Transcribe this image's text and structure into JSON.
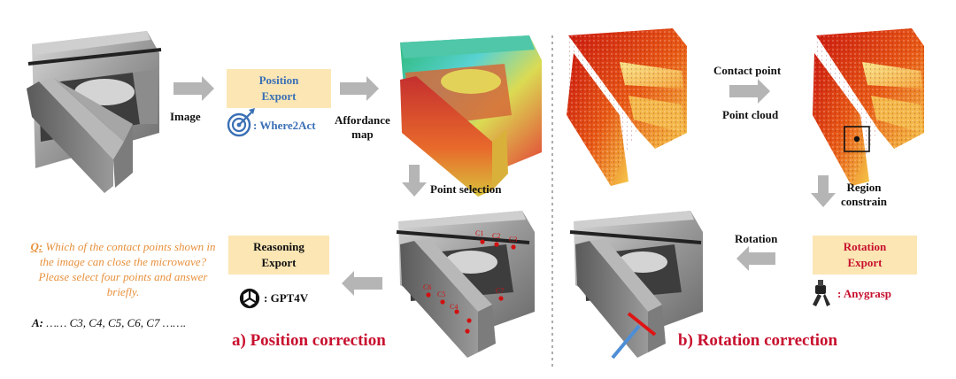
{
  "labels": {
    "image": "Image",
    "affordance_map": "Affordance\nmap",
    "point_selection": "Point selection",
    "contact_point": "Contact point",
    "point_cloud": "Point cloud",
    "region_constrain": "Region\nconstrain",
    "rotation": "Rotation"
  },
  "boxes": {
    "position_export": {
      "line1": "Position",
      "line2": "Export"
    },
    "reasoning_export": {
      "line1": "Reasoning",
      "line2": "Export"
    },
    "rotation_export": {
      "line1": "Rotation",
      "line2": "Export"
    }
  },
  "models": {
    "where2act": ": Where2Act",
    "gpt4v": ": GPT4V",
    "anygrasp": ": Anygrasp"
  },
  "qa": {
    "q_prefix": "Q:",
    "q_text": " Which of the contact points shown in the image can close the microwave? Please select four points and answer briefly.",
    "a_prefix": "A:",
    "a_text": " …… C3, C4, C5, C6, C7 ……."
  },
  "contact_points": [
    "C1",
    "C2",
    "C3",
    "C4",
    "C5",
    "C6",
    "C7"
  ],
  "captions": {
    "a": "a) Position correction",
    "b": "b) Rotation correction"
  },
  "colors": {
    "box_fill": "#fbe6b4",
    "accent_red": "#c8102e",
    "question_orange": "#e8903c",
    "where2act_blue": "#3a6fb5",
    "arrow_gray": "#b5b5b5"
  }
}
